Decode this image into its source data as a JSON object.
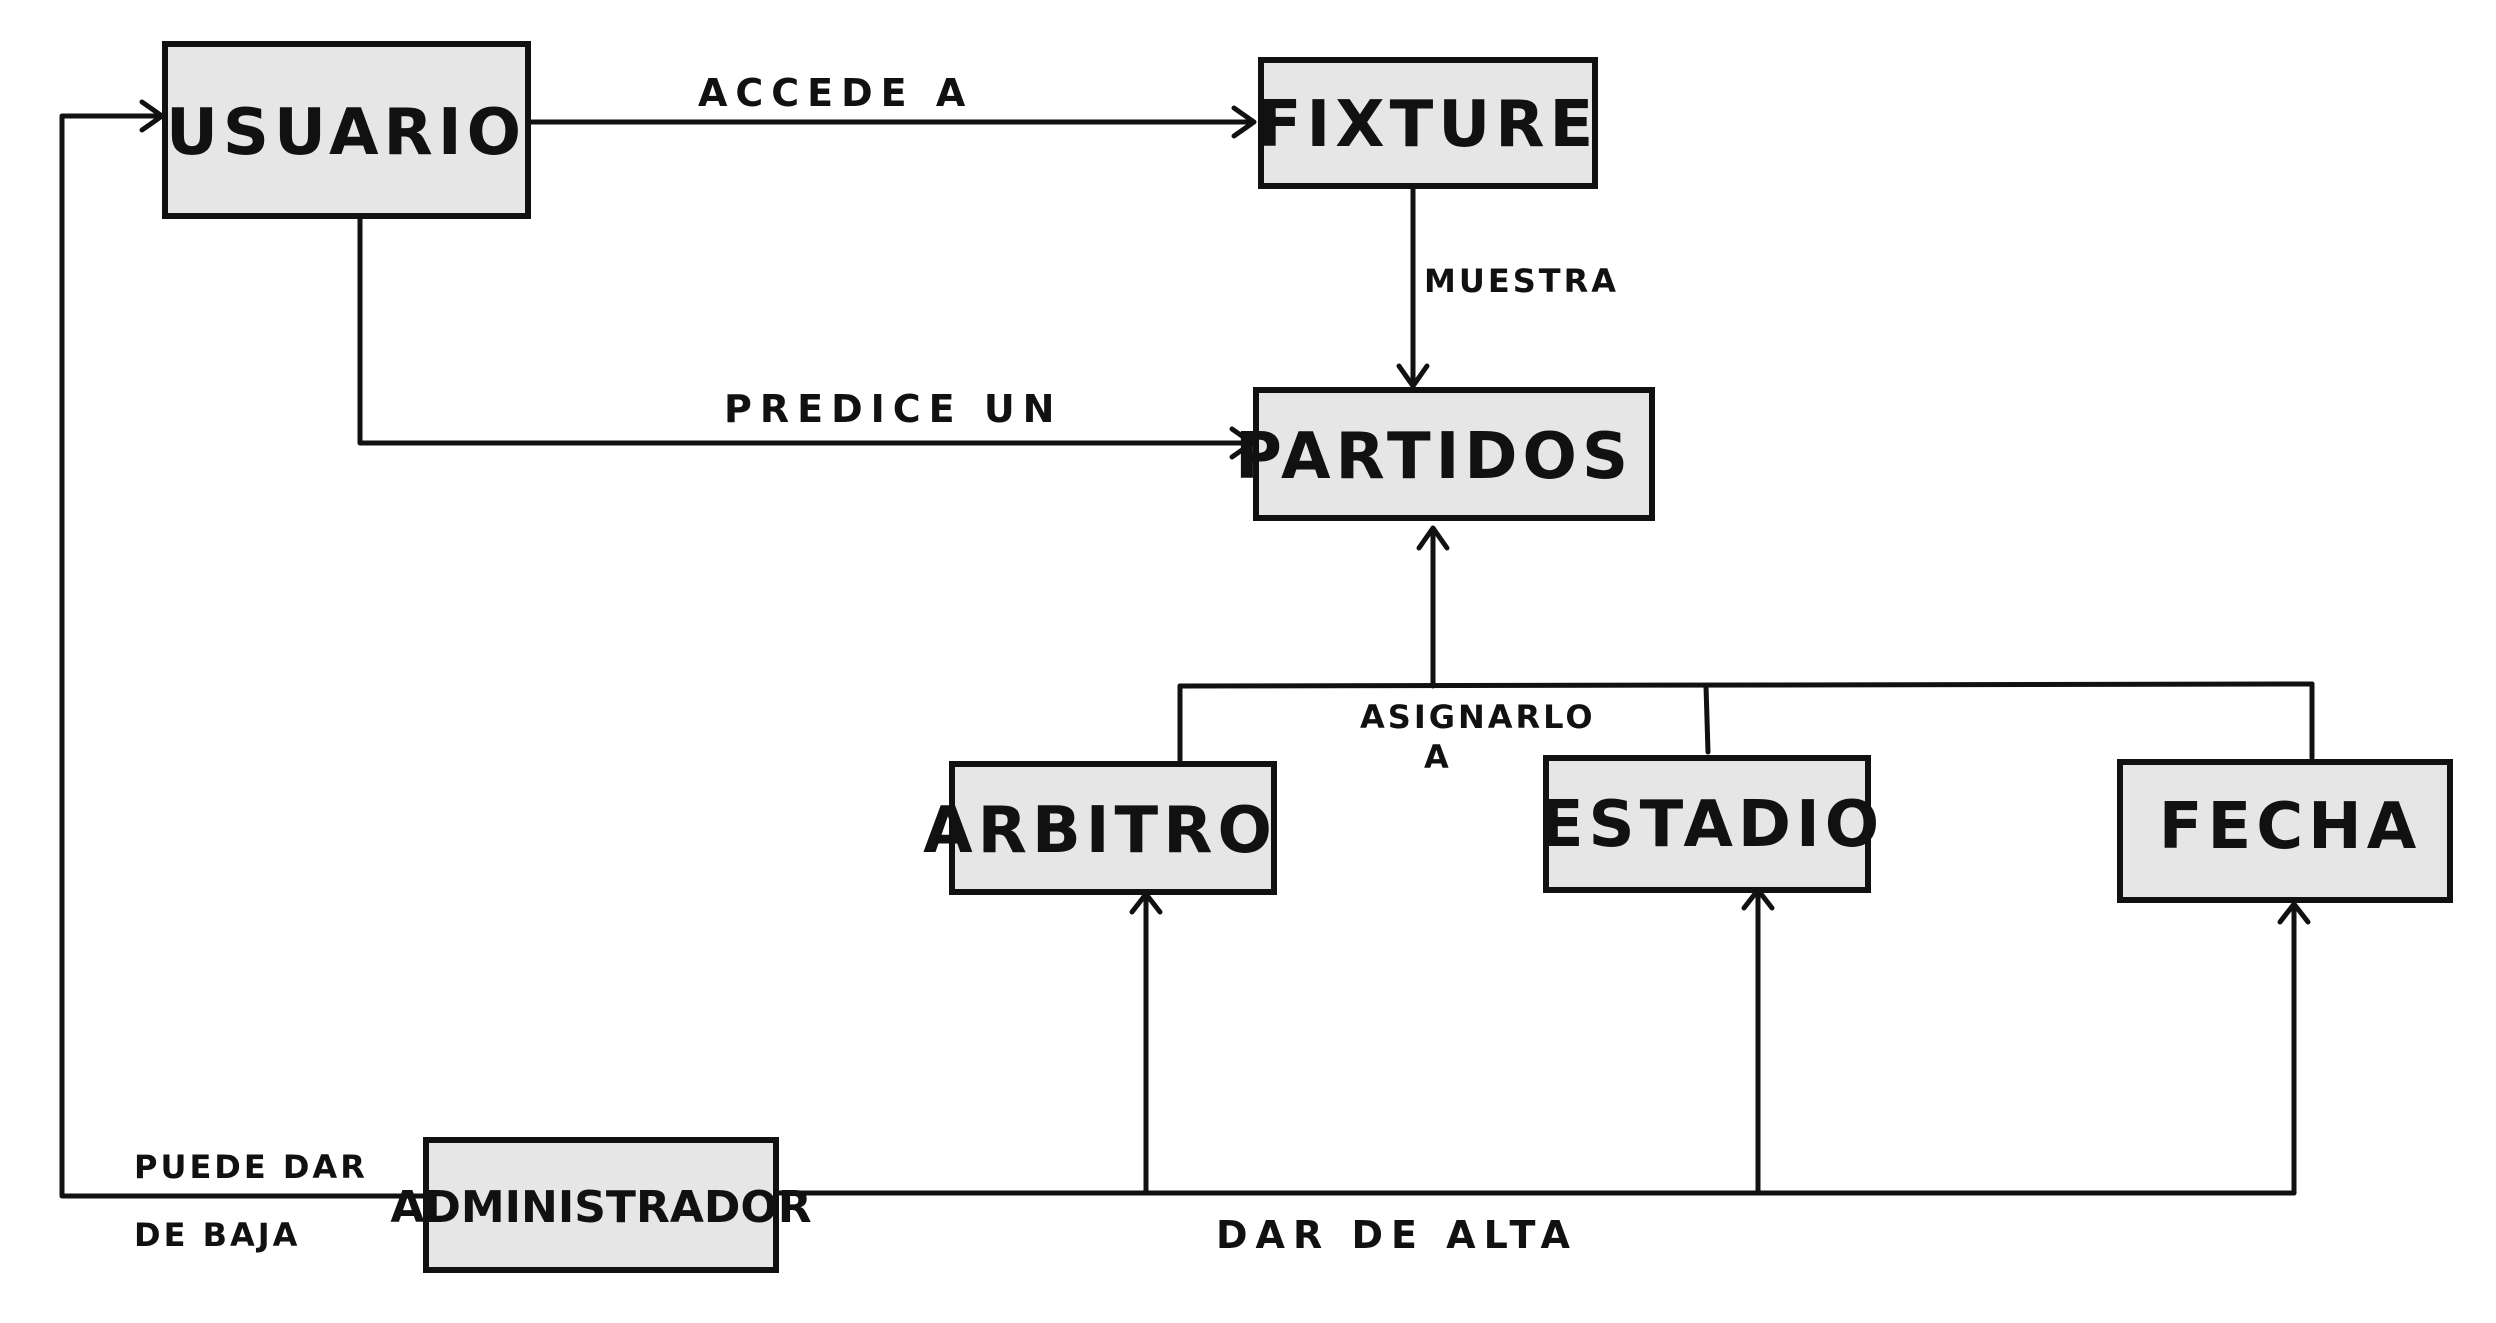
{
  "diagram": {
    "nodes": {
      "usuario": "USUARIO",
      "fixture": "FIXTURE",
      "partidos": "PARTIDOS",
      "arbitro": "ARBITRO",
      "estadio": "ESTADIO",
      "fecha": "FECHA",
      "administrador": "ADMINISTRADOR"
    },
    "edges": {
      "accede_a": "ACCEDE A",
      "muestra": "MUESTRA",
      "predice_un": "PREDICE UN",
      "asignarlo_line1": "ASIGNARLO",
      "asignarlo_line2": "A",
      "puede_dar_line1": "PUEDE DAR",
      "puede_dar_line2": "DE BAJA",
      "dar_de_alta": "DAR DE ALTA"
    }
  }
}
